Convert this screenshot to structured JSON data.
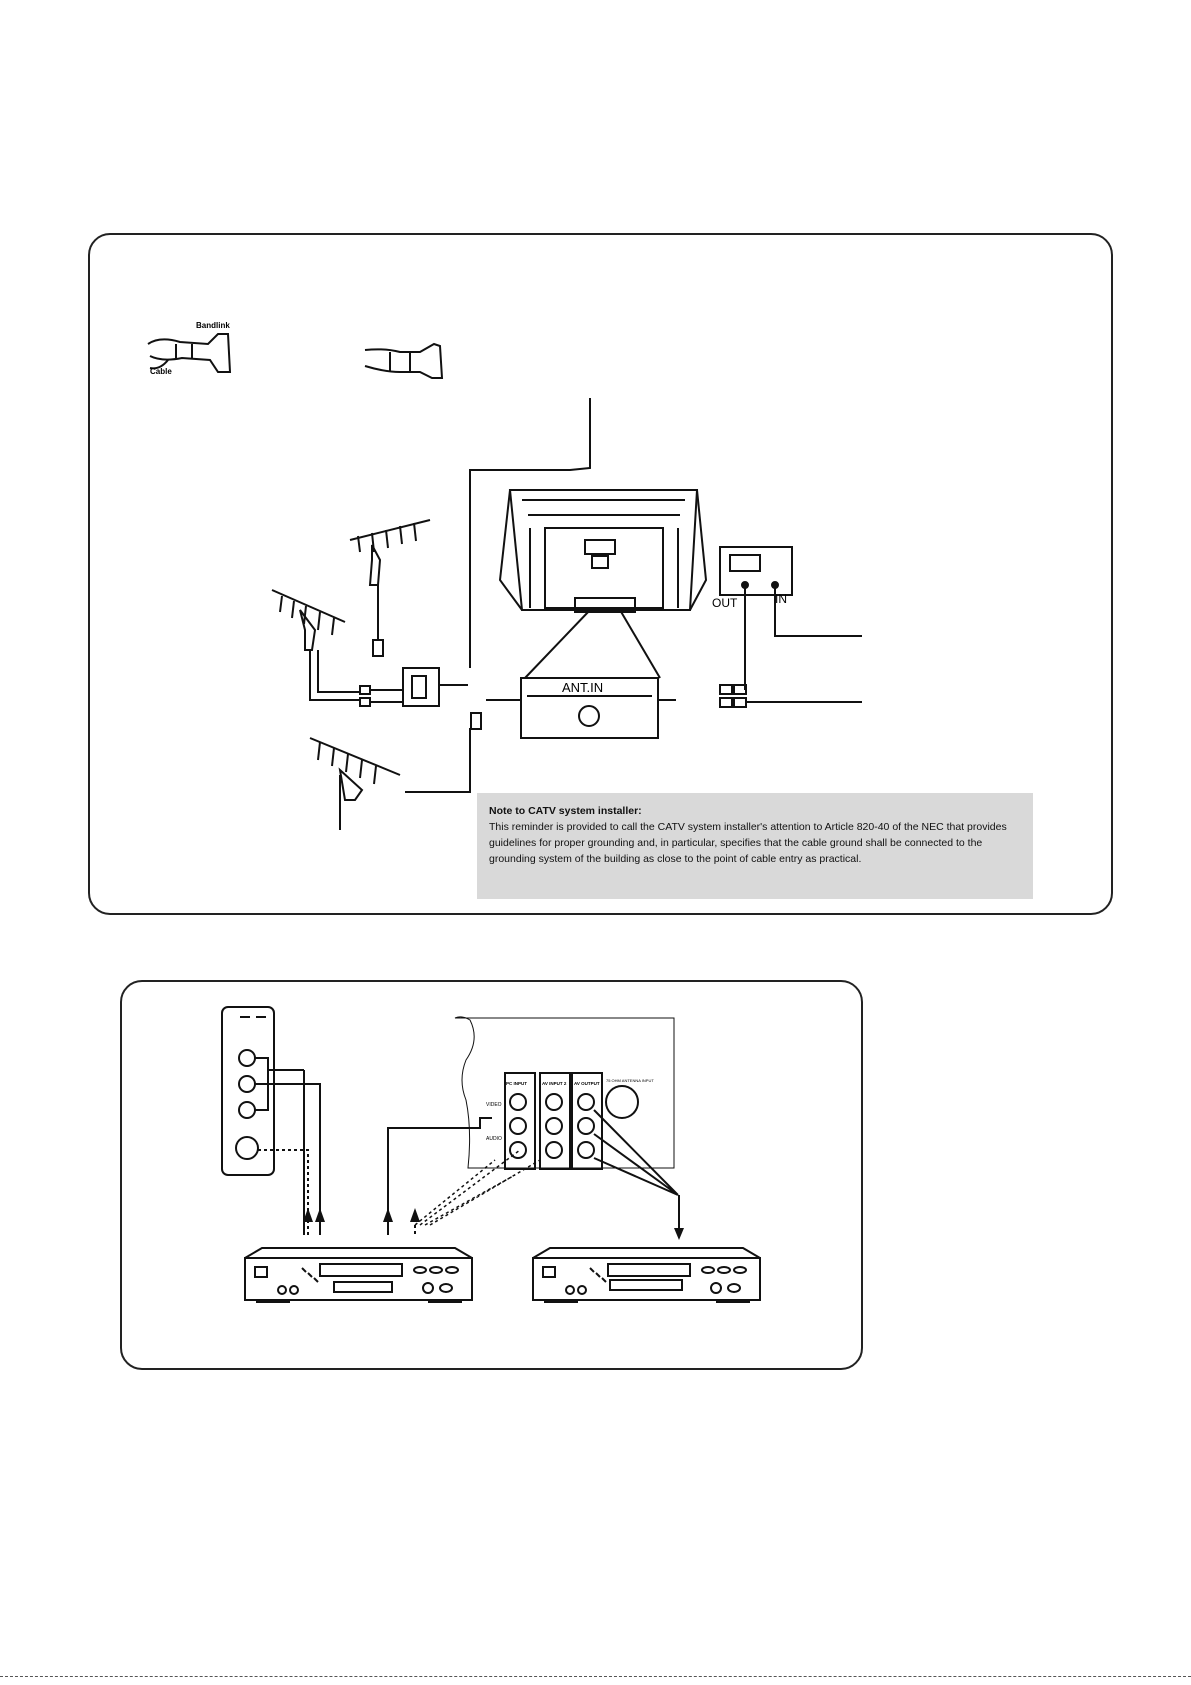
{
  "top_diagram": {
    "bandlink_label": "Bandlink",
    "cable_label": "Cable",
    "converter_out_label": "OUT",
    "converter_in_label": "IN",
    "ant_in_label": "ANT.IN"
  },
  "catv_note": {
    "title": "Note to CATV system installer:",
    "body": "This reminder is provided to call the CATV system installer's attention to Article 820-40 of the NEC that provides guidelines for proper grounding and, in particular, specifies that the cable ground shall be connected to the grounding system of the building as close to the point of cable entry as practical."
  },
  "bottom_diagram": {
    "panel_labels": [
      "PC INPUT",
      "AV INPUT 2",
      "AV OUTPUT",
      "75 OHM ANTENNA INPUT"
    ],
    "jack_labels": [
      "VIDEO",
      "AUDIO"
    ]
  },
  "colors": {
    "line": "#111111",
    "note_bg": "#d9d9d9"
  }
}
